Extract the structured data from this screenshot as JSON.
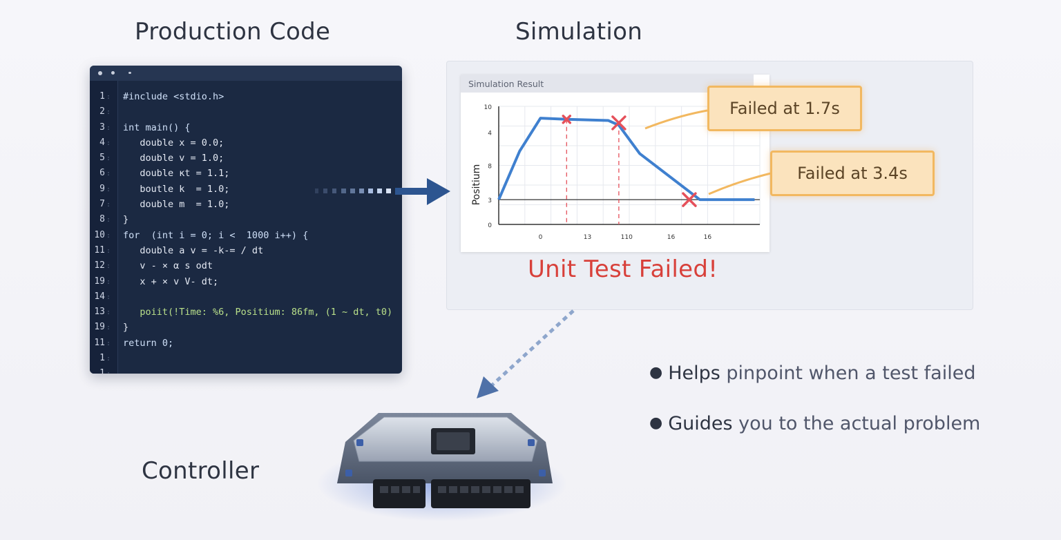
{
  "headings": {
    "production": "Production Code",
    "simulation": "Simulation",
    "controller": "Controller"
  },
  "code": {
    "lines": [
      {
        "n": "1",
        "text": "#include <stdio.h>"
      },
      {
        "n": "2",
        "text": ""
      },
      {
        "n": "3",
        "text": "int main() {"
      },
      {
        "n": "4",
        "text": "   double x = 0.0;"
      },
      {
        "n": "5",
        "text": "   double v = 1.0;"
      },
      {
        "n": "6",
        "text": "   double ĸt = 1.1;"
      },
      {
        "n": "9",
        "text": "   boutle k  = 1.0;"
      },
      {
        "n": "7",
        "text": "   double m  = 1.0;"
      },
      {
        "n": "8",
        "text": "}"
      },
      {
        "n": "10",
        "text": "for  (int i = 0; i <  1000 i++) {"
      },
      {
        "n": "11",
        "text": "   double a v = -k-= / dt"
      },
      {
        "n": "12",
        "text": "   v - × α s odt"
      },
      {
        "n": "19",
        "text": "   x + × v V- dt;"
      },
      {
        "n": "14",
        "text": ""
      },
      {
        "n": "13",
        "text": "   poiit(!Time: %6, Positium: 86fm, (1 ~ dt, t0)"
      },
      {
        "n": "19",
        "text": "}"
      },
      {
        "n": "11",
        "text": "return 0;"
      },
      {
        "n": "1",
        "text": ""
      },
      {
        "n": "1",
        "text": ""
      }
    ]
  },
  "simulation": {
    "result_title": "Simulation Result",
    "unit_test_status": "Unit Test Failed!",
    "callouts": [
      {
        "text": "Failed at  1.7s"
      },
      {
        "text": "Failed at  3.4s"
      }
    ]
  },
  "chart_data": {
    "type": "line",
    "title": "",
    "xlabel": "",
    "ylabel": "Positium",
    "yticks": [
      "0",
      "3",
      "8",
      "4",
      "10"
    ],
    "xticks": [
      "0",
      "13",
      "110",
      "16",
      "16"
    ],
    "ylim": [
      0,
      10
    ],
    "xlim": [
      0,
      10
    ],
    "grid": true,
    "series": [
      {
        "x": [
          0,
          0.8,
          1.6,
          2.6,
          4.2,
          4.6,
          5.4,
          7.7,
          9.8
        ],
        "y": [
          2.1,
          6.2,
          9.0,
          8.9,
          8.8,
          8.4,
          6.0,
          2.1,
          2.1
        ],
        "color": "#3f80cf"
      }
    ],
    "failures": [
      {
        "x": 2.6,
        "y": 8.9
      },
      {
        "x": 4.6,
        "y": 8.6
      },
      {
        "x": 7.3,
        "y": 2.1
      }
    ],
    "reference_line_y": 2.1,
    "fail_color": "#e5505a"
  },
  "bullets": [
    {
      "lead": "Helps",
      "rest": " pinpoint when a test failed"
    },
    {
      "lead": "Guides",
      "rest": " you to the actual problem"
    }
  ],
  "colors": {
    "editor_bg": "#1b2942",
    "arrow": "#2d5590",
    "callout_border": "#f2b860",
    "fail": "#d8403a"
  }
}
